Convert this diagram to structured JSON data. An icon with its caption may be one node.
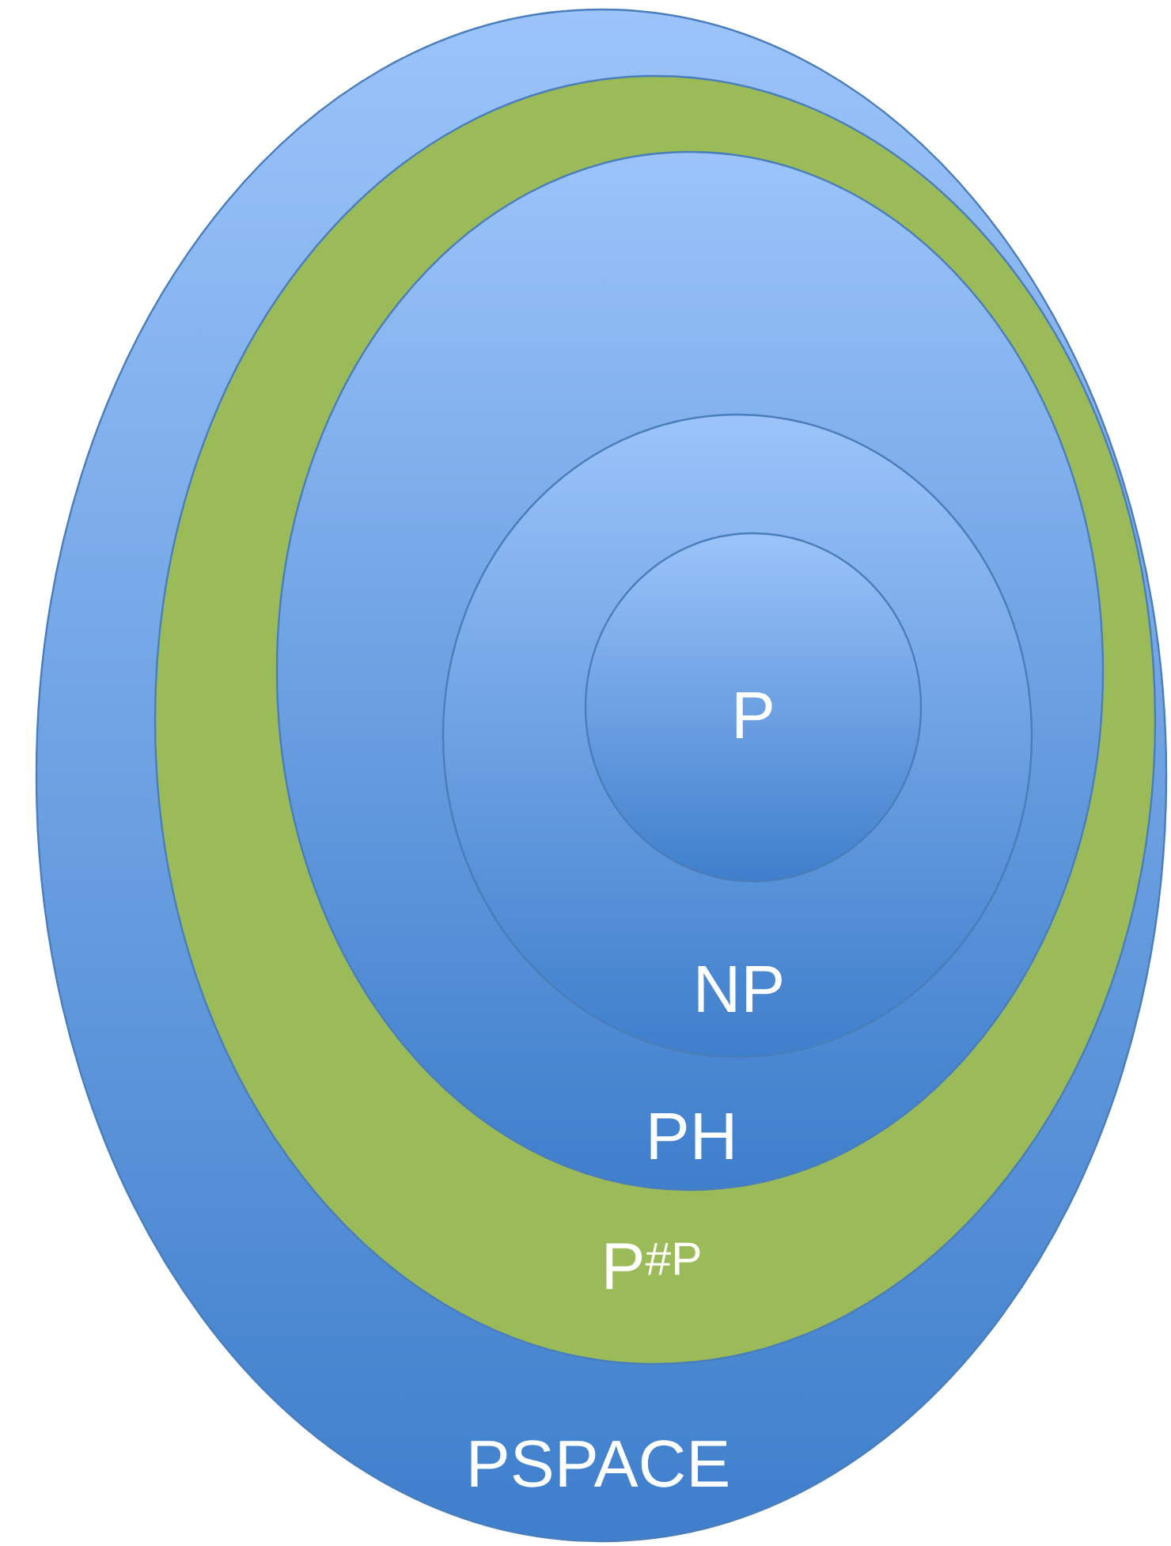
{
  "diagram": {
    "nodes": [
      {
        "text": [
          "PSPACE"
        ]
      },
      {
        "text": [
          "P$^{#P}$"
        ],
        "in": 0
      },
      {
        "text": [
          "PH"
        ],
        "in": 1
      },
      {
        "text": [
          "NP"
        ],
        "in": 2
      },
      {
        "text": [
          "P"
        ],
        "in": 3
      }
    ]
  }
}
